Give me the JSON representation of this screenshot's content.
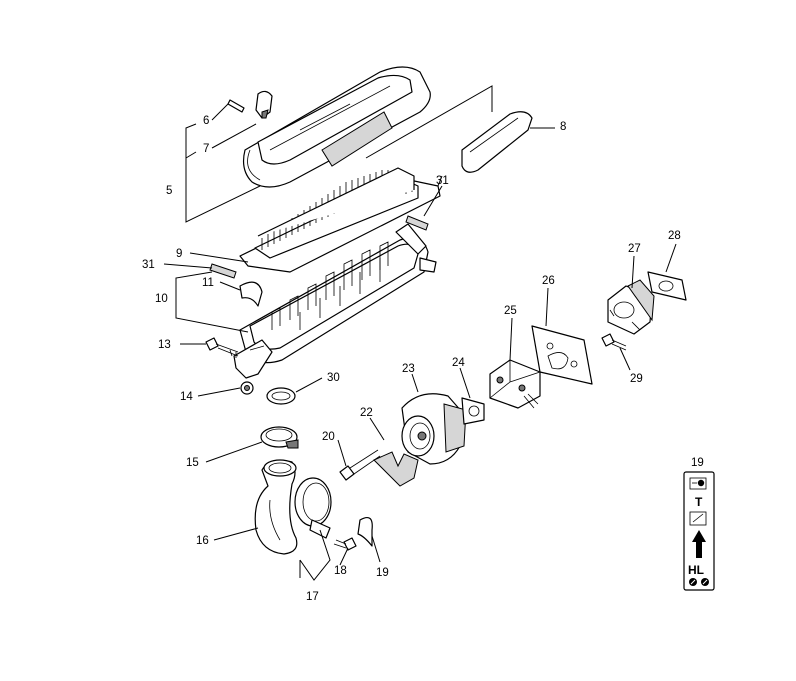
{
  "callouts": {
    "c5": "5",
    "c6": "6",
    "c7": "7",
    "c8": "8",
    "c9": "9",
    "c10": "10",
    "c11": "11",
    "c13": "13",
    "c14": "14",
    "c15": "15",
    "c16": "16",
    "c17": "17",
    "c18": "18",
    "c19": "19",
    "c19b": "19",
    "c20": "20",
    "c22": "22",
    "c23": "23",
    "c24": "24",
    "c25": "25",
    "c26": "26",
    "c27": "27",
    "c28": "28",
    "c29": "29",
    "c30": "30",
    "c31a": "31",
    "c31b": "31"
  },
  "label_panel": {
    "title": "19",
    "t_text": "T",
    "hl_text": "HL"
  }
}
